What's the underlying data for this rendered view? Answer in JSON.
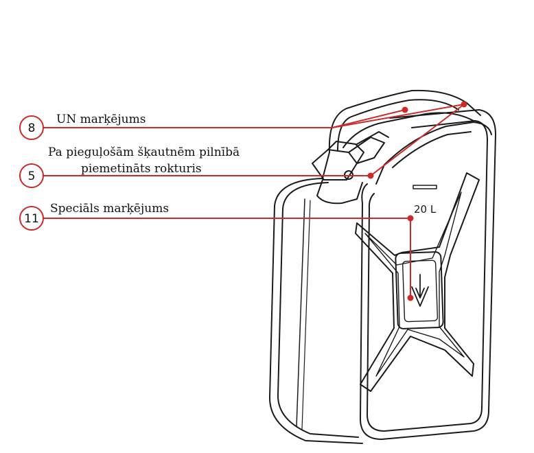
{
  "colors": {
    "callout": "#cc2a2a",
    "outline": "#1a1a1a"
  },
  "callouts": [
    {
      "number": "8",
      "label": "UN  marķējums"
    },
    {
      "number": "5",
      "label_line1": "Pa pieguļošām šķautnēm pilnībā",
      "label_line2": "piemetināts rokturis"
    },
    {
      "number": "11",
      "label": "Speciāls marķējums"
    }
  ],
  "canister": {
    "volume_label": "20 L",
    "icon": "funnel-arrow-icon"
  }
}
